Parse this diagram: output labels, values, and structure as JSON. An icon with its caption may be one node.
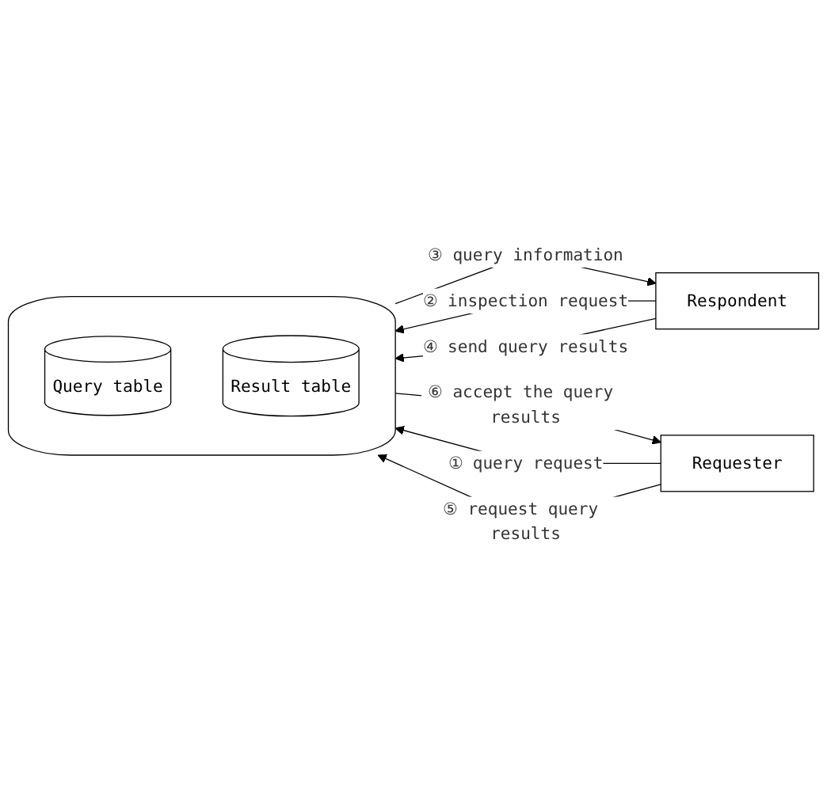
{
  "diagram": {
    "nodes": [
      {
        "text": [],
        "shape": "cylinder"
      },
      {
        "text": [
          "Query table"
        ],
        "in": 0
      },
      {
        "text": [
          "Result table"
        ],
        "in": 0
      },
      {
        "text": [
          "Requester"
        ]
      },
      {
        "text": [
          "Respondent"
        ]
      }
    ],
    "edges": [
      {
        "from": 3,
        "to": 0,
        "arrow": "to",
        "label": "① query request"
      },
      {
        "from": 4,
        "to": 0,
        "arrow": "to",
        "label": "② inspection request"
      },
      {
        "from": 0,
        "to": 4,
        "arrow": "to",
        "label": "③ query information"
      },
      {
        "from": 4,
        "to": 0,
        "arrow": "to",
        "label": "④ send query results"
      },
      {
        "from": 3,
        "to": 0,
        "arrow": "to",
        "label": "⑤ request query results"
      },
      {
        "from": 0,
        "to": 3,
        "arrow": "to",
        "label": "⑥ accept the query results"
      }
    ]
  }
}
